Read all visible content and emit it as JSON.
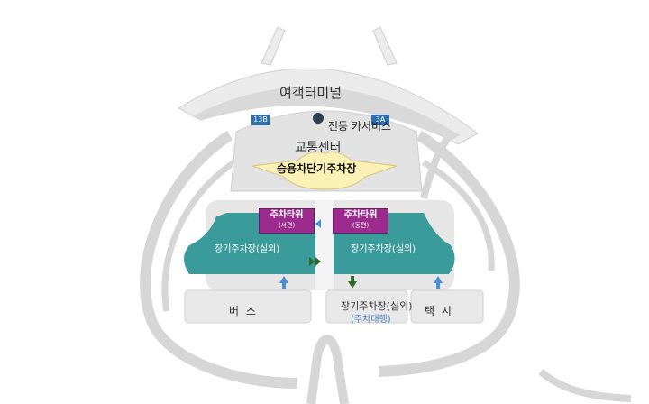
{
  "terminal": {
    "name": "여객터미널",
    "gate_west": "13B",
    "gate_east": "3A"
  },
  "ev_service": {
    "label": "전동 카서비스"
  },
  "transport_center": {
    "label": "교통센터",
    "short_term_parking": "승용차단기주차장"
  },
  "parking_towers": [
    {
      "label": "주차타워",
      "sub": "(서편)"
    },
    {
      "label": "주차타워",
      "sub": "(동편)"
    }
  ],
  "long_term_lots": [
    {
      "label": "장기주차장(실외)"
    },
    {
      "label": "장기주차장(실외)"
    }
  ],
  "bottom_row": {
    "bus": "버 스",
    "valet_lot": "장기주차장(실외)",
    "valet_sub": "(주차대행)",
    "taxi": "택 시"
  },
  "colors": {
    "lot_fill": "#3a9b9a",
    "tower_fill": "#9b2c8e",
    "road": "#d0d0d0",
    "gate_badge": "#2f6fb0",
    "arrow_blue": "#4a8fd6",
    "arrow_green": "#2e6a2a",
    "short_term_fill": "#fbf1b7"
  }
}
